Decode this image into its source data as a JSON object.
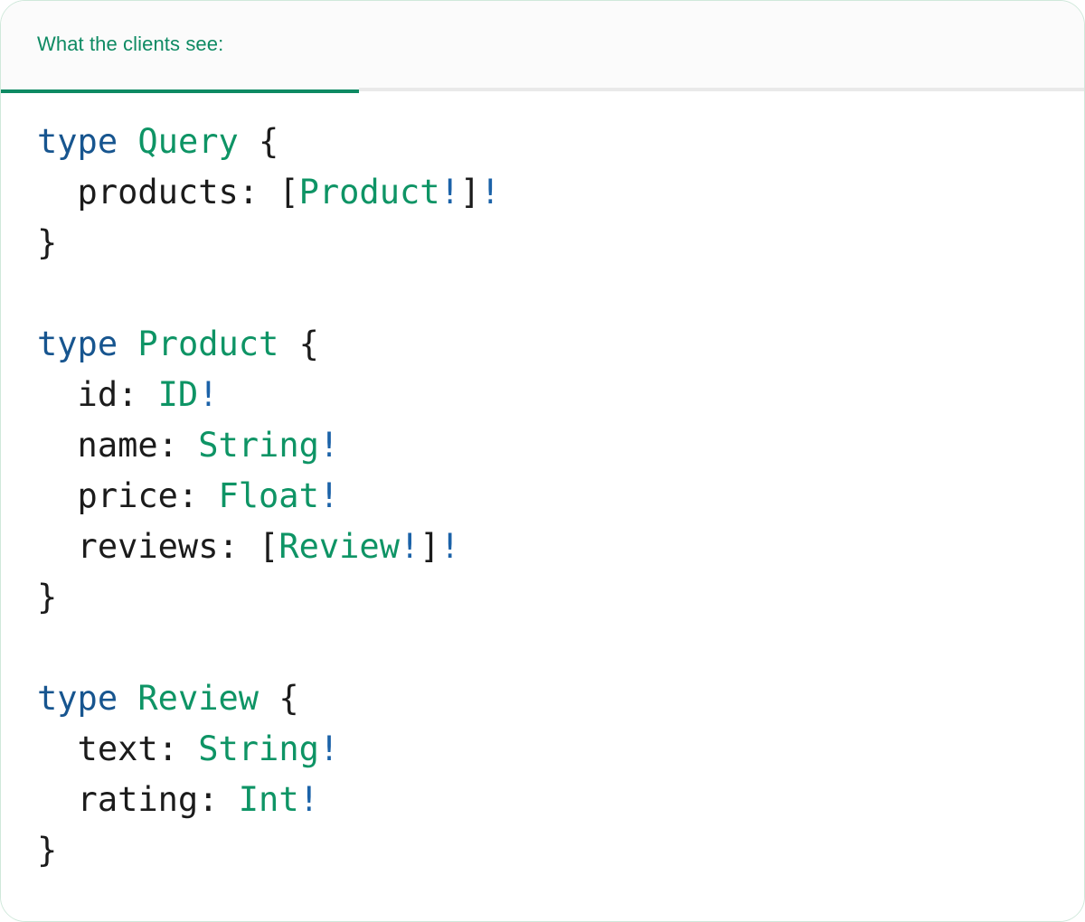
{
  "card": {
    "border_color": "#cfe8da",
    "background": "#ffffff"
  },
  "tabbar": {
    "active_tab_label": "What the clients see:",
    "accent_color": "#0e8a63",
    "divider_color": "#e9e9e9",
    "background": "#fbfbfb"
  },
  "code": {
    "language": "graphql",
    "colors": {
      "keyword": "#17558f",
      "type": "#0e9465",
      "punctuation": "#1b1b1b",
      "field": "#1b1b1b",
      "non_null_bang": "#1b62a8"
    },
    "plain_text": "type Query {\n  products: [Product!]!\n}\n\ntype Product {\n  id: ID!\n  name: String!\n  price: Float!\n  reviews: [Review!]!\n}\n\ntype Review {\n  text: String!\n  rating: Int!\n}",
    "lines": [
      {
        "id": "l1",
        "tokens": [
          {
            "t": "type",
            "c": "kw"
          },
          {
            "t": " ",
            "c": "punct"
          },
          {
            "t": "Query",
            "c": "type"
          },
          {
            "t": " {",
            "c": "punct"
          }
        ]
      },
      {
        "id": "l2",
        "tokens": [
          {
            "t": "  products: ",
            "c": "field"
          },
          {
            "t": "[",
            "c": "punct"
          },
          {
            "t": "Product",
            "c": "type"
          },
          {
            "t": "!",
            "c": "bang"
          },
          {
            "t": "]",
            "c": "punct"
          },
          {
            "t": "!",
            "c": "bang"
          }
        ]
      },
      {
        "id": "l3",
        "tokens": [
          {
            "t": "}",
            "c": "punct"
          }
        ]
      },
      {
        "id": "l4",
        "tokens": []
      },
      {
        "id": "l5",
        "tokens": [
          {
            "t": "type",
            "c": "kw"
          },
          {
            "t": " ",
            "c": "punct"
          },
          {
            "t": "Product",
            "c": "type"
          },
          {
            "t": " {",
            "c": "punct"
          }
        ]
      },
      {
        "id": "l6",
        "tokens": [
          {
            "t": "  id: ",
            "c": "field"
          },
          {
            "t": "ID",
            "c": "type"
          },
          {
            "t": "!",
            "c": "bang"
          }
        ]
      },
      {
        "id": "l7",
        "tokens": [
          {
            "t": "  name: ",
            "c": "field"
          },
          {
            "t": "String",
            "c": "type"
          },
          {
            "t": "!",
            "c": "bang"
          }
        ]
      },
      {
        "id": "l8",
        "tokens": [
          {
            "t": "  price: ",
            "c": "field"
          },
          {
            "t": "Float",
            "c": "type"
          },
          {
            "t": "!",
            "c": "bang"
          }
        ]
      },
      {
        "id": "l9",
        "tokens": [
          {
            "t": "  reviews: ",
            "c": "field"
          },
          {
            "t": "[",
            "c": "punct"
          },
          {
            "t": "Review",
            "c": "type"
          },
          {
            "t": "!",
            "c": "bang"
          },
          {
            "t": "]",
            "c": "punct"
          },
          {
            "t": "!",
            "c": "bang"
          }
        ]
      },
      {
        "id": "l10",
        "tokens": [
          {
            "t": "}",
            "c": "punct"
          }
        ]
      },
      {
        "id": "l11",
        "tokens": []
      },
      {
        "id": "l12",
        "tokens": [
          {
            "t": "type",
            "c": "kw"
          },
          {
            "t": " ",
            "c": "punct"
          },
          {
            "t": "Review",
            "c": "type"
          },
          {
            "t": " {",
            "c": "punct"
          }
        ]
      },
      {
        "id": "l13",
        "tokens": [
          {
            "t": "  text: ",
            "c": "field"
          },
          {
            "t": "String",
            "c": "type"
          },
          {
            "t": "!",
            "c": "bang"
          }
        ]
      },
      {
        "id": "l14",
        "tokens": [
          {
            "t": "  rating: ",
            "c": "field"
          },
          {
            "t": "Int",
            "c": "type"
          },
          {
            "t": "!",
            "c": "bang"
          }
        ]
      },
      {
        "id": "l15",
        "tokens": [
          {
            "t": "}",
            "c": "punct"
          }
        ]
      }
    ]
  }
}
